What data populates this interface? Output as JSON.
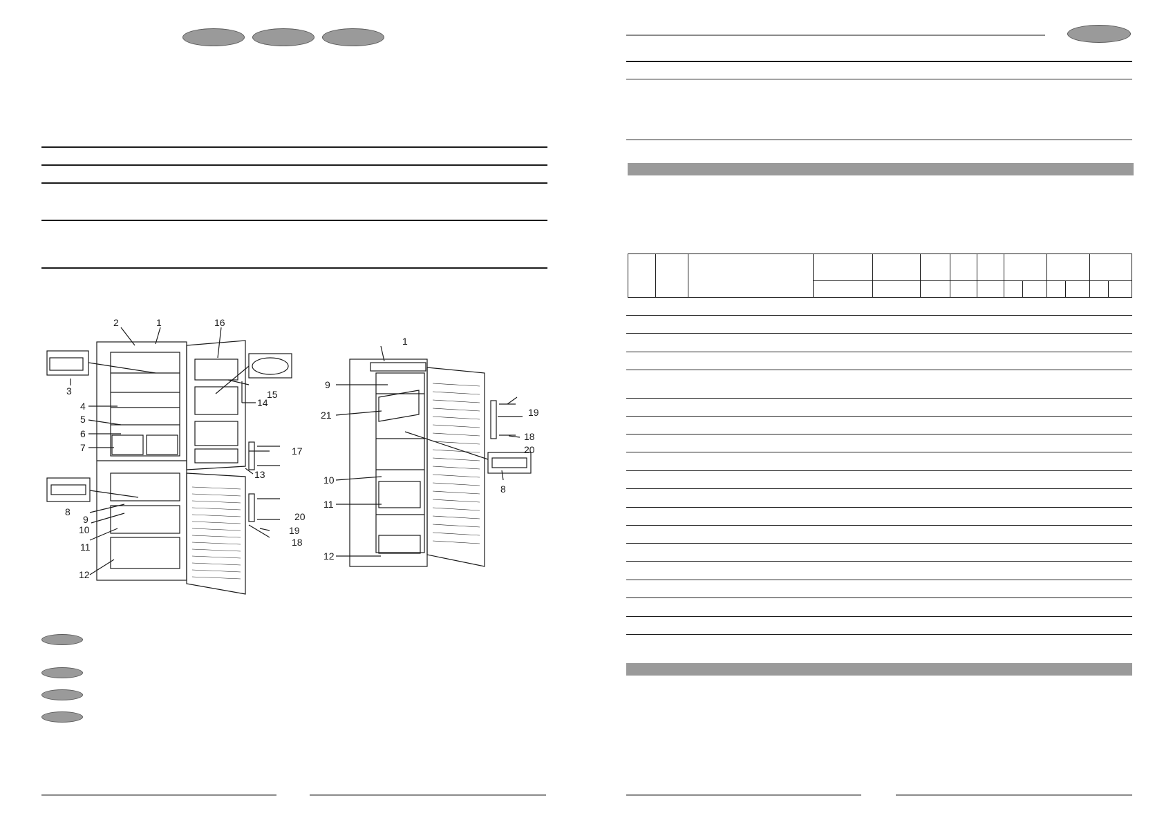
{
  "left_page": {
    "language_pills": [
      "",
      "",
      ""
    ],
    "figure_combi": {
      "callouts": [
        "1",
        "2",
        "3",
        "4",
        "5",
        "6",
        "7",
        "8",
        "9",
        "10",
        "11",
        "12",
        "13",
        "14",
        "15",
        "16",
        "17",
        "18",
        "19",
        "20"
      ]
    },
    "figure_freezer": {
      "callouts": [
        "1",
        "8",
        "9",
        "10",
        "11",
        "12",
        "18",
        "19",
        "20",
        "21"
      ]
    },
    "legend_pills": [
      "",
      "",
      "",
      ""
    ]
  },
  "right_page": {
    "language_pill": "",
    "table": {
      "row_count": 18
    }
  },
  "colors": {
    "pill_fill": "#9a9a9a",
    "rule": "#1a1a1a",
    "footer_rule": "#8a8a8a"
  }
}
